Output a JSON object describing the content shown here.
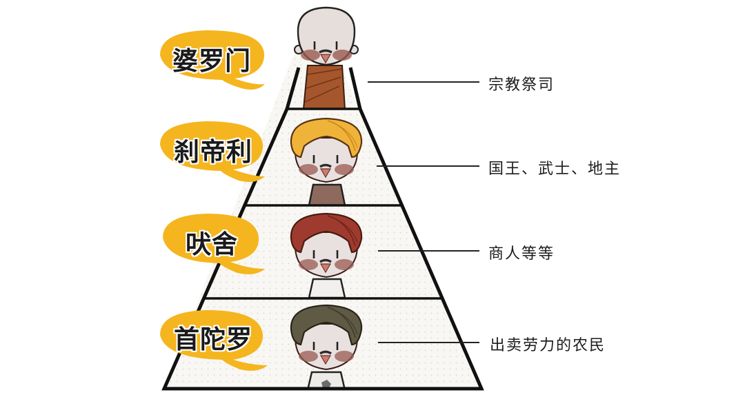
{
  "diagram": {
    "type": "caste-pyramid",
    "colors": {
      "bubble": "#F5B51E",
      "outline": "#111111",
      "tier_fill": "#F7F6F2",
      "skin": "#E6DEDB",
      "cheek": "#9A5A50"
    },
    "tiers": [
      {
        "level": 1,
        "name": "婆罗门",
        "description": "宗教祭司",
        "figure": "bald-monk",
        "headwear_color": null,
        "robe_color": "#A5562C"
      },
      {
        "level": 2,
        "name": "刹帝利",
        "description": "国王、武士、地主",
        "figure": "turban-figure",
        "headwear_color": "#F0B33A"
      },
      {
        "level": 3,
        "name": "吠舍",
        "description": "商人等等",
        "figure": "turban-figure",
        "headwear_color": "#9E3B2E"
      },
      {
        "level": 4,
        "name": "首陀罗",
        "description": "出卖劳力的农民",
        "figure": "turban-figure",
        "headwear_color": "#5E5A44"
      }
    ]
  }
}
